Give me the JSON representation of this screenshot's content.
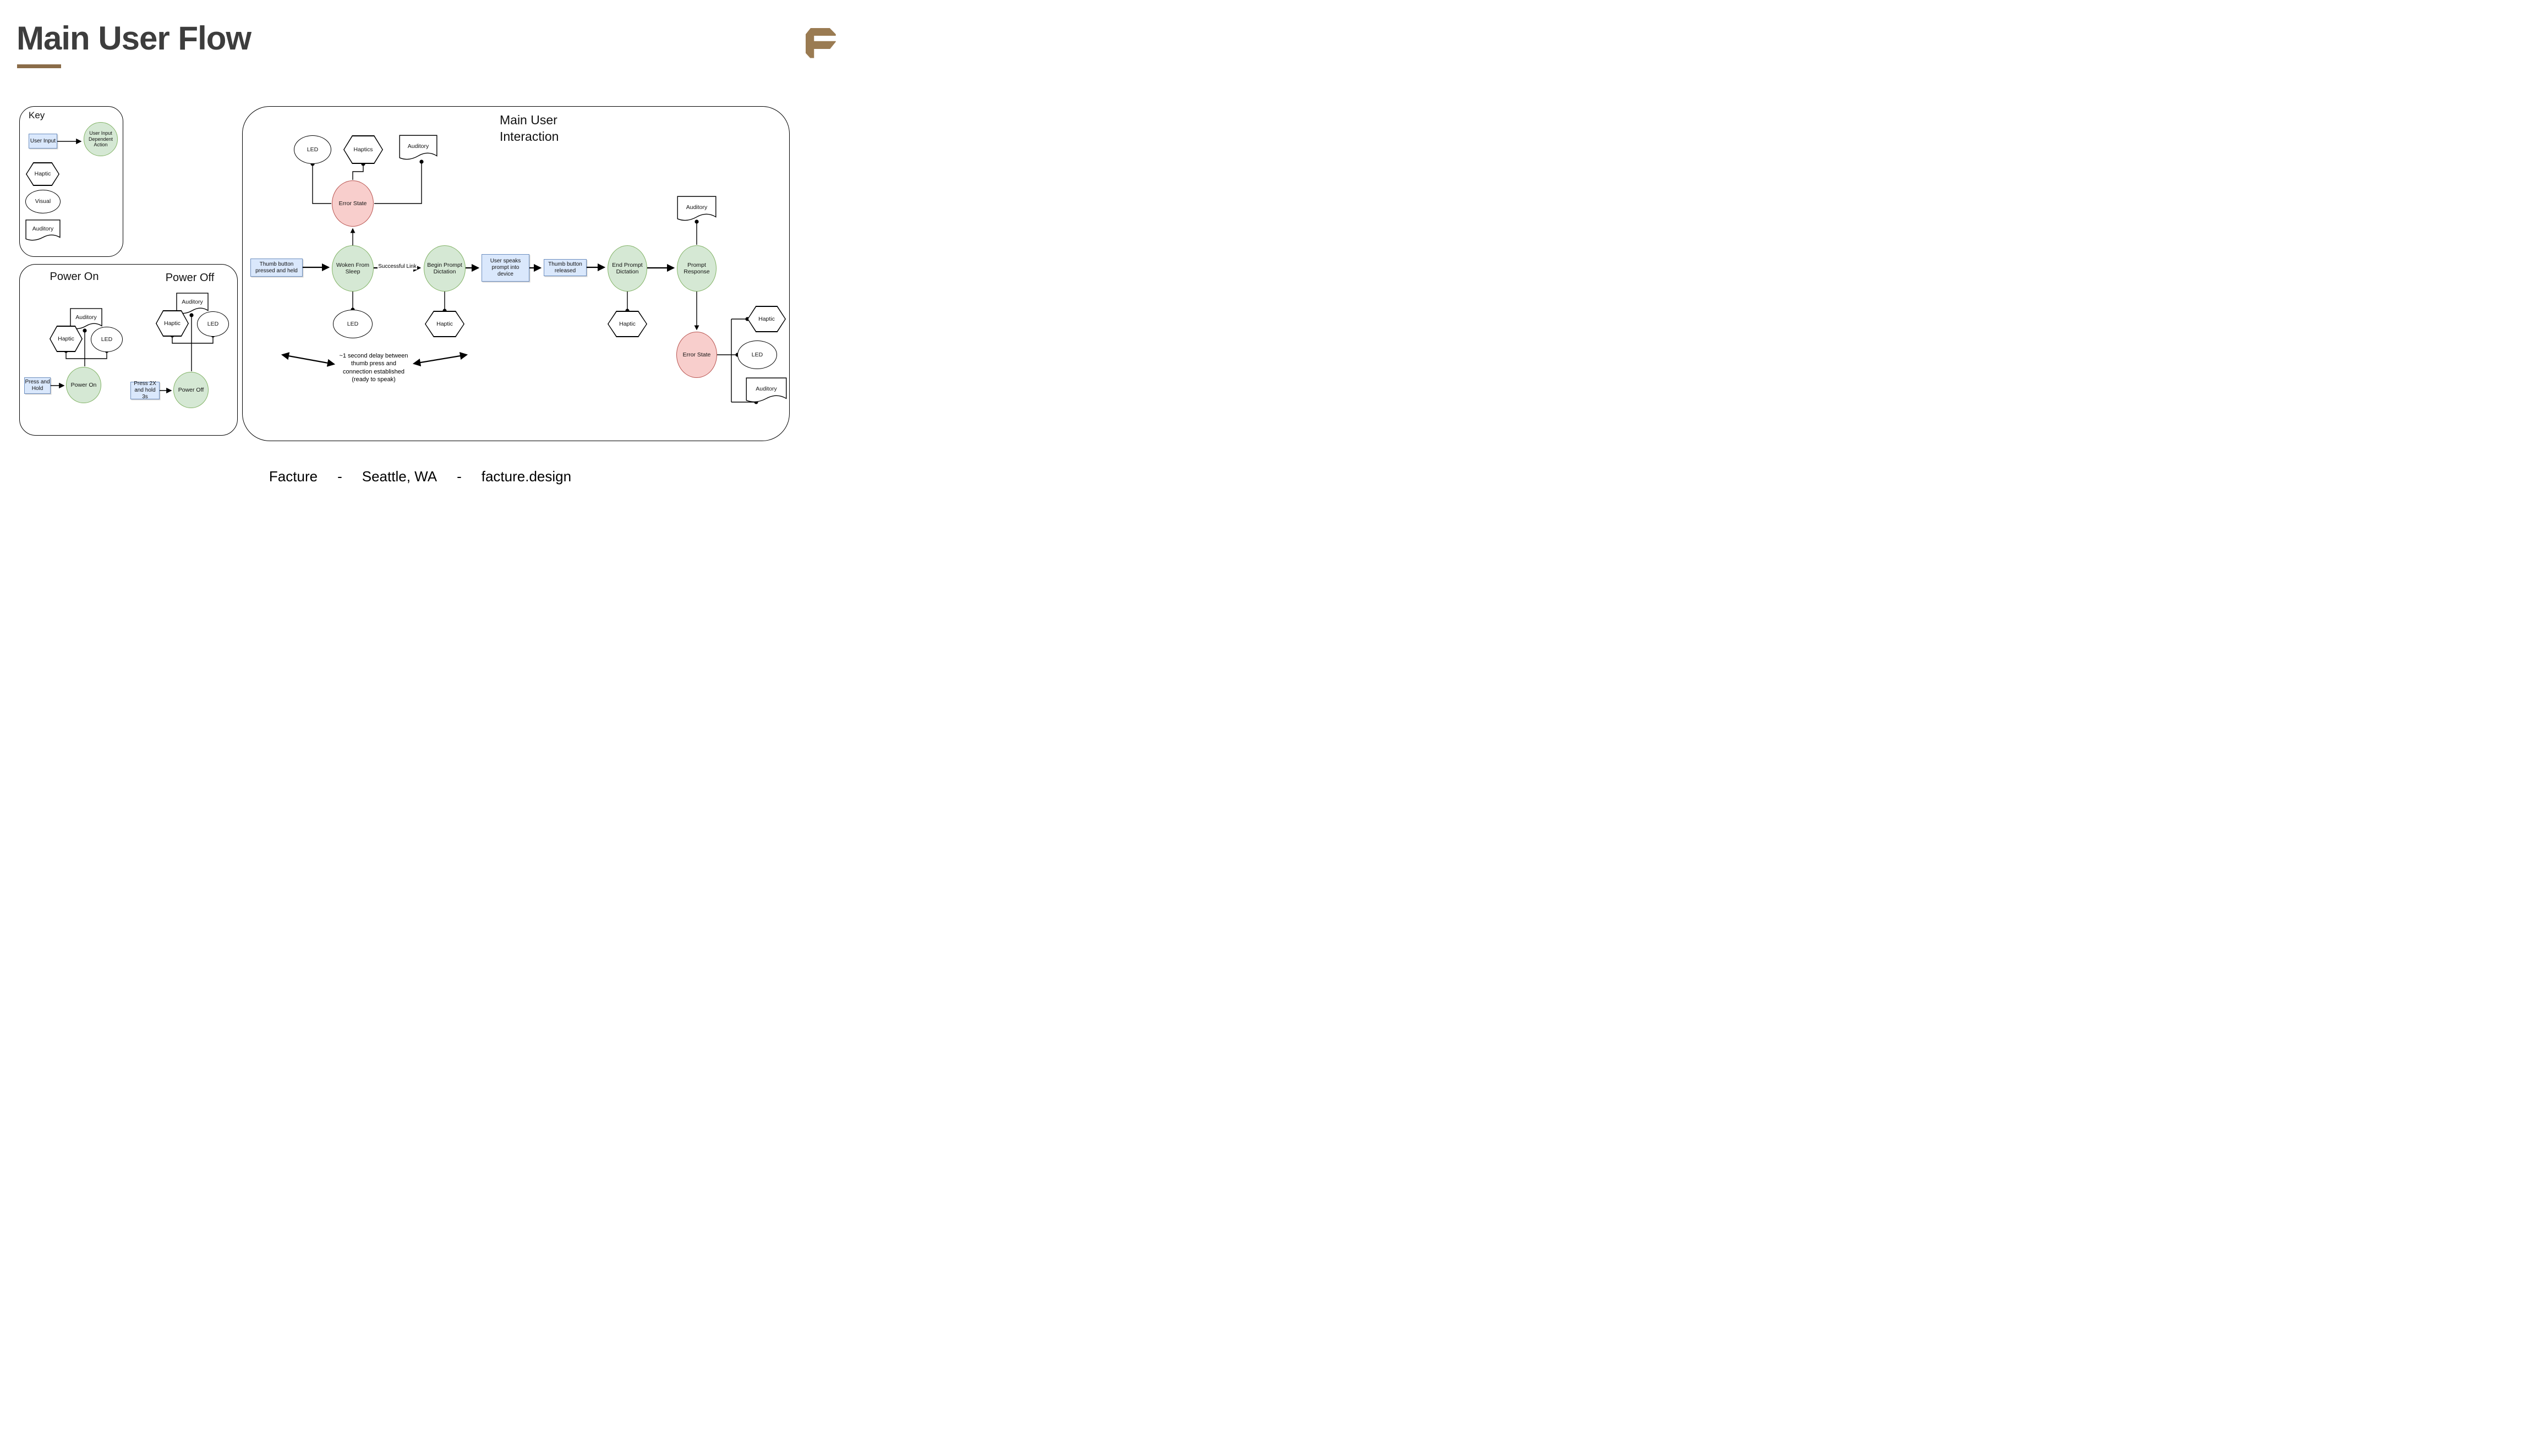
{
  "header": {
    "title": "Main User Flow"
  },
  "colors": {
    "accent_brown": "#9a7b52",
    "underline_brown": "#8a6c49",
    "node_green_fill": "#d5e8d4",
    "node_green_stroke": "#82b366",
    "node_blue_fill": "#dae8fc",
    "node_blue_stroke": "#6c8ebf",
    "node_red_fill": "#f8cecc",
    "node_red_stroke": "#b85450"
  },
  "key": {
    "title": "Key",
    "user_input": "User Input",
    "dependent_action": "User Input\nDependent\nAction",
    "haptic": "Haptic",
    "visual": "Visual",
    "auditory": "Auditory"
  },
  "power": {
    "on_title": "Power On",
    "off_title": "Power Off",
    "on": {
      "auditory": "Auditory",
      "haptic": "Haptic",
      "led": "LED",
      "action": "Power On",
      "trigger": "Press and\nHold"
    },
    "off": {
      "auditory": "Auditory",
      "haptic": "Haptic",
      "led": "LED",
      "action": "Power Off",
      "trigger": "Press 2X\nand hold 3s"
    }
  },
  "main": {
    "title": "Main User\nInteraction",
    "error1": {
      "led": "LED",
      "haptics": "Haptics",
      "auditory": "Auditory",
      "label": "Error State"
    },
    "flow": {
      "trigger1": "Thumb button\npressed and held",
      "woken": "Woken From\nSleep",
      "link_label": "Successful Link",
      "begin": "Begin Prompt\nDictation",
      "speak": "User speaks\nprompt into\ndevice",
      "trigger2": "Thumb button\nreleased",
      "end": "End Prompt\nDictation",
      "response": "Prompt\nResponse",
      "led": "LED",
      "haptic_begin": "Haptic",
      "haptic_end": "Haptic"
    },
    "delay_note": "~1 second delay between\nthumb press and\nconnection established\n(ready to speak)",
    "response_outputs": {
      "auditory_top": "Auditory",
      "error2": "Error State",
      "haptic": "Haptic",
      "led": "LED",
      "auditory": "Auditory"
    }
  },
  "footer": {
    "brand": "Facture",
    "sep1": "-",
    "location": "Seattle, WA",
    "sep2": "-",
    "website": "facture.design"
  }
}
